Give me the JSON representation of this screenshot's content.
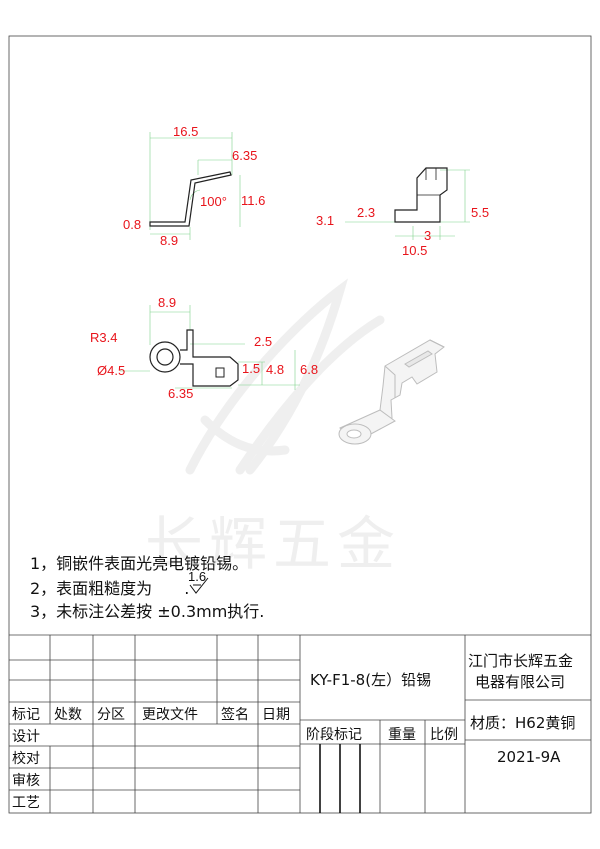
{
  "watermark": "长辉五金",
  "dims": {
    "d1": "16.5",
    "d2": "6.35",
    "d3": "100°",
    "d4": "11.6",
    "d5": "0.8",
    "d6": "8.9",
    "s1": "3.1",
    "s2": "2.3",
    "s3": "5.5",
    "s4": "3",
    "s5": "10.5",
    "t1": "8.9",
    "t2": "R3.4",
    "t3": "2.5",
    "t4": "Ø4.5",
    "t5": "1.5",
    "t6": "4.8",
    "t7": "6.8",
    "t8": "6.35"
  },
  "notes": {
    "n1": "1，铜嵌件表面光亮电镀铅锡。",
    "n2": "2，表面粗糙度为",
    "roughness": "1.6",
    "n2_end": ".",
    "n3": "3，未标注公差按  ±0.3mm执行."
  },
  "title_block": {
    "part_name": "KY-F1-8(左）铅锡",
    "company_line1": "江门市长辉五金",
    "company_line2": "电器有限公司",
    "material": "材质：H62黄铜",
    "date": "2021-9A",
    "headers": [
      "标记",
      "处数",
      "分区",
      "更改文件",
      "签名",
      "日期"
    ],
    "stage_headers": [
      "阶段标记",
      "重量",
      "比例"
    ],
    "roles": [
      "设计",
      "校对",
      "审核",
      "工艺"
    ]
  }
}
